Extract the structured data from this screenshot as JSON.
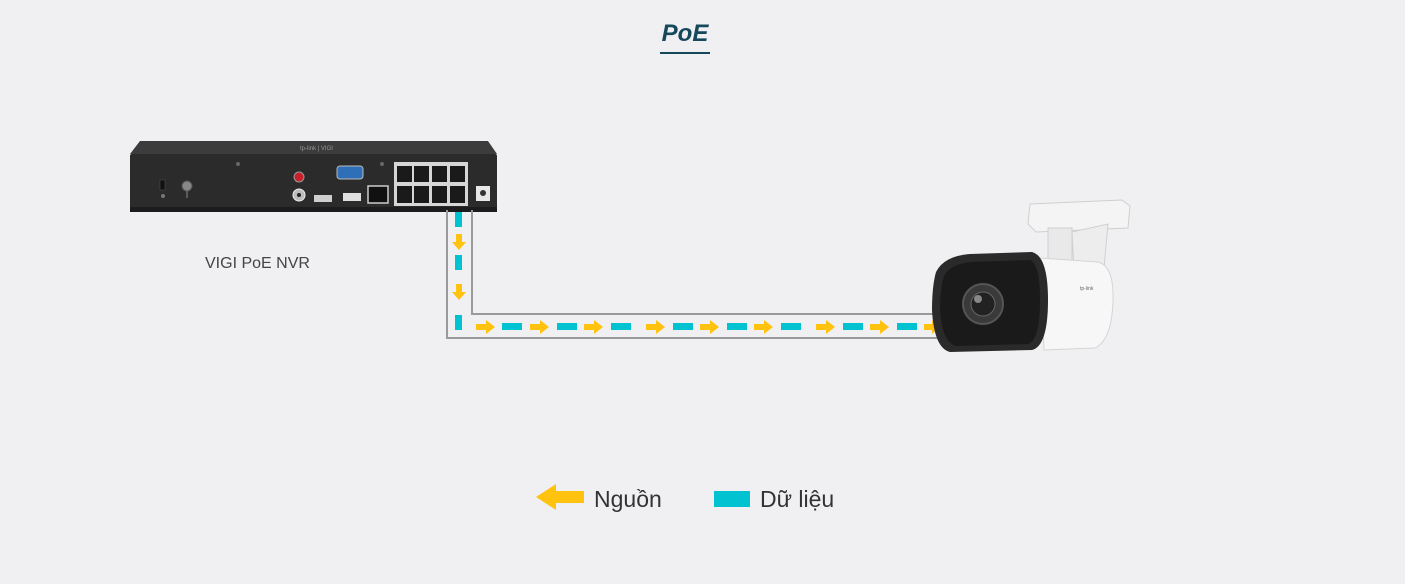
{
  "header": {
    "title": "PoE"
  },
  "devices": {
    "nvr": {
      "label": "VIGI PoE NVR",
      "brand_text": "tp-link | VIGI"
    },
    "camera": {
      "brand_text": "tp-link"
    }
  },
  "legend": {
    "power": {
      "label": "Nguồn",
      "color": "#ffc20e",
      "icon": "arrow-left-icon"
    },
    "data": {
      "label": "Dữ liệu",
      "color": "#00c2d1",
      "icon": "data-swatch"
    }
  },
  "colors": {
    "cable": "#9a9a9a",
    "title": "#14485a",
    "background": "#f0f0f3"
  }
}
